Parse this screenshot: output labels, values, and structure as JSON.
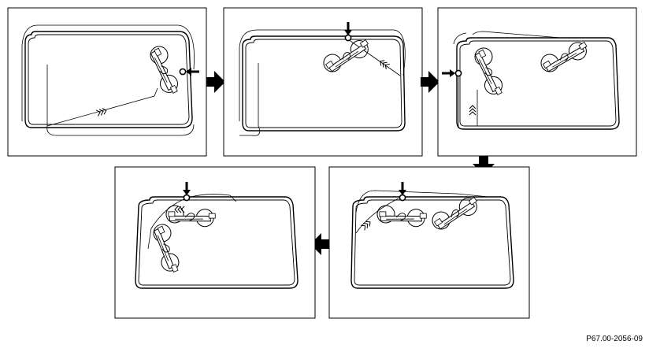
{
  "figure": {
    "reference_code": "P67.00-2056-09",
    "panel_count": 5,
    "sequence": [
      "step-1",
      "step-2",
      "step-3",
      "step-4",
      "step-5"
    ],
    "colors": {
      "ink": "#000000",
      "paper": "#ffffff"
    },
    "icons": [
      "flow-arrow-icon",
      "location-arrow-icon",
      "suction-cup-icon",
      "direction-chevrons-icon"
    ]
  }
}
